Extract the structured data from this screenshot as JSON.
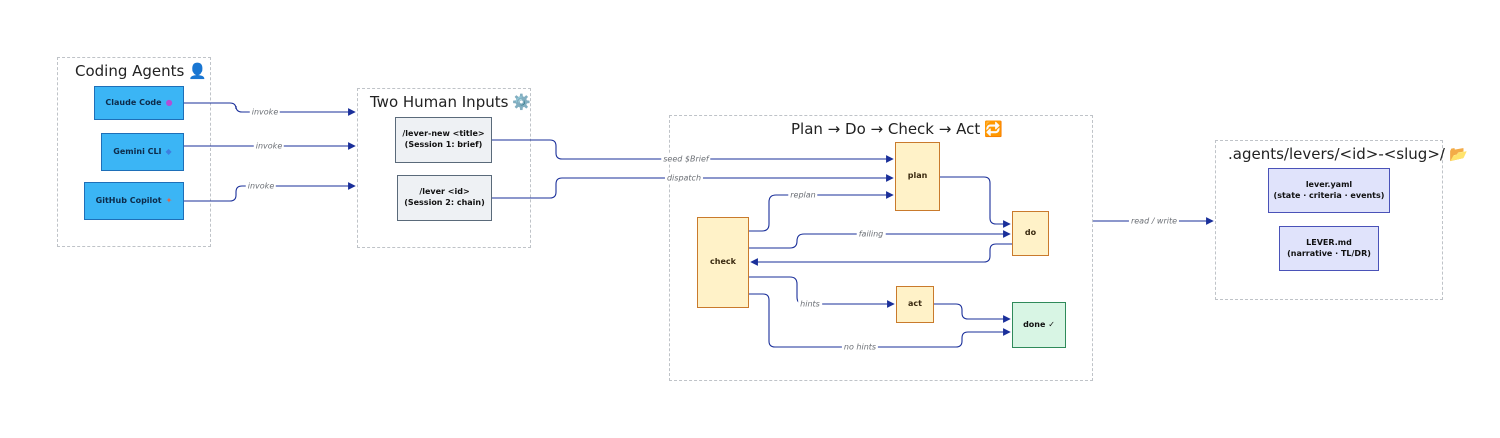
{
  "groups": {
    "agents": {
      "title": "Coding Agents",
      "icon": "👤",
      "icon_name": "person-icon"
    },
    "inputs": {
      "title": "Two Human Inputs",
      "icon": "⚙️",
      "icon_name": "gear-icon"
    },
    "pdca": {
      "title": "Plan → Do → Check → Act",
      "icon": "🔁",
      "icon_name": "repeat-icon"
    },
    "storage": {
      "title": ".agents/levers/<id>-<slug>/",
      "icon": "📂",
      "icon_name": "open-folder-icon"
    }
  },
  "agents": [
    {
      "label": "Claude Code",
      "icon": "●",
      "icon_name": "purple-circle-icon",
      "icon_color": "#b24fd6"
    },
    {
      "label": "Gemini CLI",
      "icon": "◆",
      "icon_name": "blue-diamond-icon",
      "icon_color": "#3d7fe0"
    },
    {
      "label": "GitHub Copilot",
      "icon": "✦",
      "icon_name": "copilot-icon",
      "icon_color": "#e0664a"
    }
  ],
  "inputs": [
    {
      "line1": "/lever-new <title>",
      "line2": "(Session 1: brief)"
    },
    {
      "line1": "/lever <id>",
      "line2": "(Session 2: chain)"
    }
  ],
  "phases": {
    "plan": "plan",
    "do": "do",
    "check": "check",
    "act": "act",
    "done": "done ✓"
  },
  "files": [
    {
      "line1": "lever.yaml",
      "line2": "(state · criteria · events)"
    },
    {
      "line1": "LEVER.md",
      "line2": "(narrative · TL/DR)"
    }
  ],
  "edge_labels": {
    "invoke_1": "invoke",
    "invoke_2": "invoke",
    "invoke_3": "invoke",
    "seed": "seed $Brief",
    "dispatch": "dispatch",
    "replan": "replan",
    "failing": "failing",
    "hints": "hints",
    "no_hints": "no hints",
    "read_write": "read / write"
  },
  "colors": {
    "edge": "#1a2f9a",
    "agent_fill": "#3bb5f5",
    "phase_fill": "#fff2c8",
    "done_fill": "#d8f5e4",
    "file_fill": "#e0e3fb"
  }
}
